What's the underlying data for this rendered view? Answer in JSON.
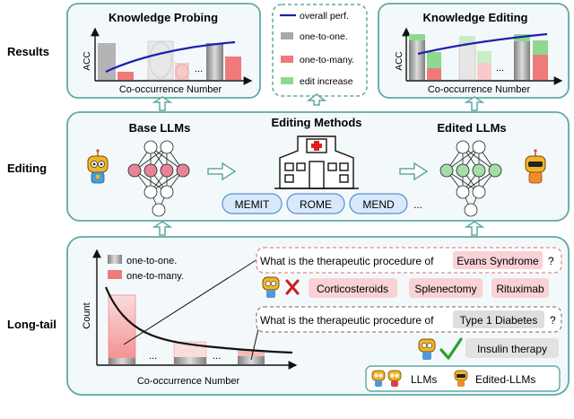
{
  "row_labels": {
    "results": "Results",
    "editing": "Editing",
    "longtail": "Long-tail"
  },
  "results": {
    "probing_title": "Knowledge Probing",
    "editing_title": "Knowledge Editing",
    "y_label": "ACC",
    "x_label": "Co-occurrence Number",
    "legend": {
      "overall": "overall perf.",
      "one_to_one": "one-to-one.",
      "one_to_many": "one-to-many.",
      "edit_increase": "edit increase"
    }
  },
  "editing": {
    "base_title": "Base LLMs",
    "methods_title": "Editing Methods",
    "edited_title": "Edited LLMs",
    "methods": [
      "MEMIT",
      "ROME",
      "MEND"
    ],
    "ellipsis": "..."
  },
  "longtail": {
    "legend_one": "one-to-one.",
    "legend_many": "one-to-many.",
    "y_label": "Count",
    "x_label": "Co-occurrence Number",
    "ellipsis": "...",
    "q1_prefix": "What is the therapeutic procedure of ",
    "q1_entity": "Evans Syndrome",
    "q1_mark": "?",
    "answers": [
      "Corticosteroids",
      "Splenectomy",
      "Rituximab"
    ],
    "q2_prefix": "What is the therapeutic procedure of ",
    "q2_entity": "Type 1 Diabetes",
    "q2_mark": "?",
    "answer2": "Insulin therapy",
    "legend_llms": "LLMs",
    "legend_edited": "Edited-LLMs"
  },
  "colors": {
    "panel_border": "#5fa9a4",
    "panel_fill": "#f3f9fb",
    "curve": "#1f1fb0",
    "one_to_one": "#9a9a9a",
    "one_to_many": "#f07a7a",
    "edit_increase": "#8fd88f",
    "node_pink": "#e8849a",
    "node_green": "#a8dca8",
    "pill_fill": "#d8e9fb",
    "pill_border": "#5a8fcf",
    "answer_fill": "#f9d2d6"
  }
}
